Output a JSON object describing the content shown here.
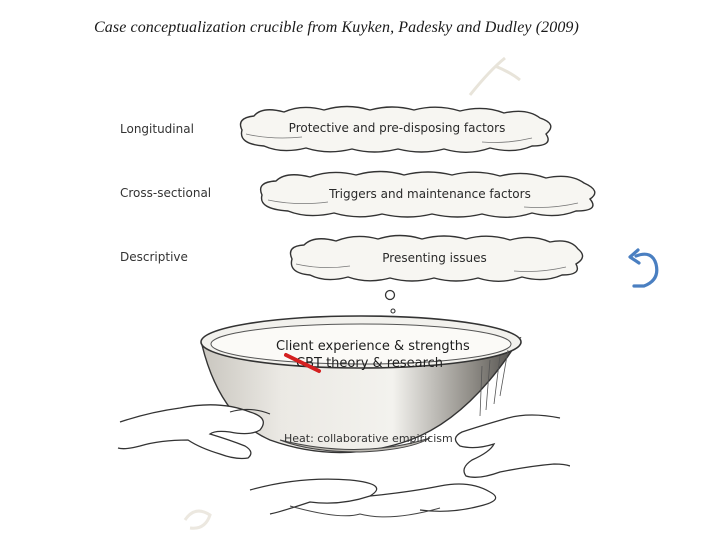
{
  "title": "Case conceptualization crucible from Kuyken, Padesky and Dudley (2009)",
  "levels": [
    {
      "label": "Longitudinal",
      "cloud": "Protective and pre-disposing factors"
    },
    {
      "label": "Cross-sectional",
      "cloud": "Triggers and maintenance factors"
    },
    {
      "label": "Descriptive",
      "cloud": "Presenting issues"
    }
  ],
  "bowl": {
    "line1": "Client experience & strengths",
    "line2": "CBT theory & research",
    "heat": "Heat: collaborative empiricism"
  },
  "colors": {
    "ink": "#333333",
    "marker": "#d42020",
    "arrow": "#4a7fc1"
  },
  "icons": {
    "return_arrow": "u-turn-arrow-icon",
    "marker": "red-pen-mark-icon"
  }
}
